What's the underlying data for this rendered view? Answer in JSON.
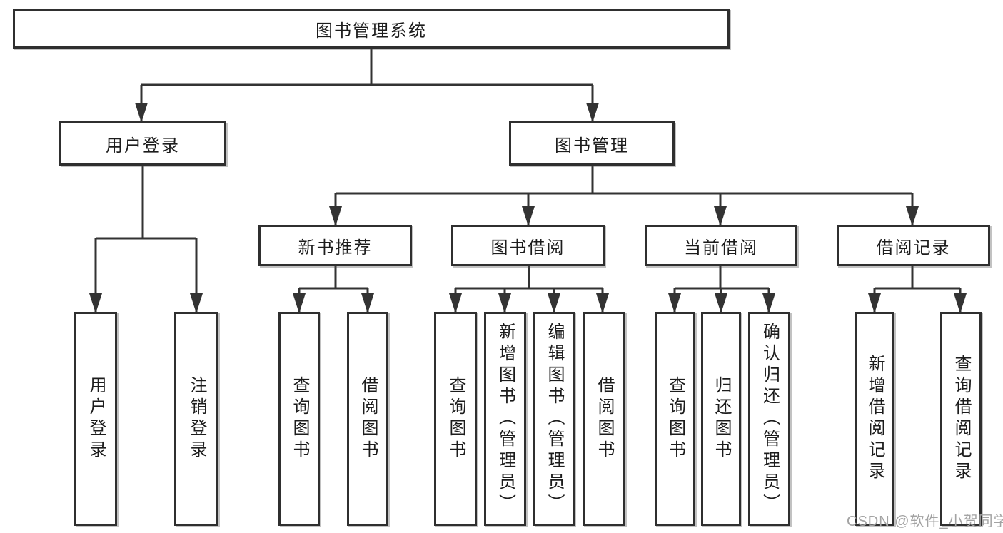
{
  "diagram": {
    "root": "图书管理系统",
    "user_login": {
      "label": "用户登录",
      "children": [
        "用户登录",
        "注销登录"
      ]
    },
    "book_management": {
      "label": "图书管理",
      "modules": [
        {
          "label": "新书推荐",
          "children": [
            "查询图书",
            "借阅图书"
          ]
        },
        {
          "label": "图书借阅",
          "children": [
            "查询图书",
            "新增图书（管理员）",
            "编辑图书（管理员）",
            "借阅图书"
          ]
        },
        {
          "label": "当前借阅",
          "children": [
            "查询图书",
            "归还图书",
            "确认归还（管理员）"
          ]
        },
        {
          "label": "借阅记录",
          "children": [
            "新增借阅记录",
            "查询借阅记录"
          ]
        }
      ]
    }
  },
  "watermark": "CSDN @软件_小贺同学",
  "colors": {
    "line": "#333333",
    "box_border": "#2f2f2f",
    "text": "#1c1c1c",
    "watermark": "#a3a3a3",
    "background": "#ffffff"
  }
}
